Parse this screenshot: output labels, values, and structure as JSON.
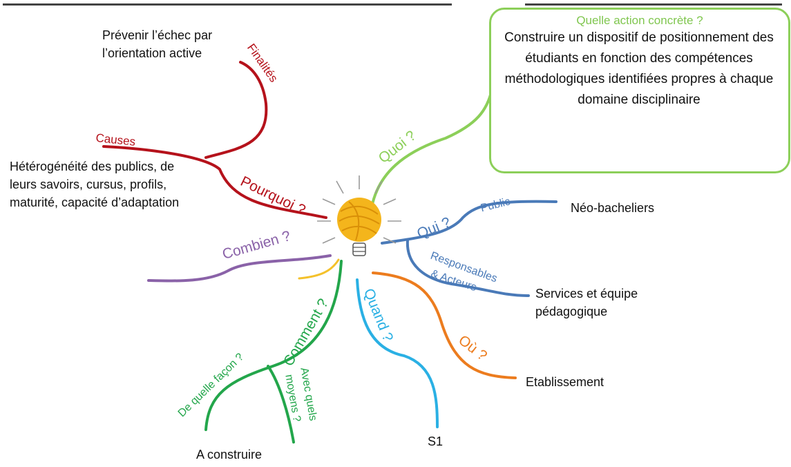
{
  "colors": {
    "pourquoi": "#b5121b",
    "quoi": "#8ccf59",
    "qui": "#4a7ab8",
    "combien": "#8a62a8",
    "comment": "#23a64b",
    "quand": "#2ab0e4",
    "ou": "#ec7c1e",
    "yellow": "#f4c12b",
    "text": "#111111"
  },
  "center": {
    "icon": "yarn-lightbulb-icon"
  },
  "branches": {
    "pourquoi": {
      "label": "Pourquoi ?",
      "finalites": "Finalités",
      "causes": "Causes"
    },
    "quoi": {
      "label": "Quoi ?"
    },
    "qui": {
      "label": "Qui ?",
      "public": "Public",
      "responsables_line1": "Responsables",
      "responsables_line2": "& Acteurs"
    },
    "combien": {
      "label": "Combien ?"
    },
    "comment": {
      "label": "Comment ?",
      "facon": "De quelle façon ?",
      "moyens_line1": "Avec quels",
      "moyens_line2": "moyens ?"
    },
    "quand": {
      "label": "Quand ?"
    },
    "ou": {
      "label": "Où ?"
    }
  },
  "answers": {
    "finalites_text": "Prévenir l’échec par l’orientation active",
    "causes_text": "Hétérogénéité des publics, de leurs savoirs, cursus, profils, maturité, capacité d’adaptation",
    "public_text": "Néo-bacheliers",
    "responsables_text": "Services et équipe pédagogique",
    "comment_text": "A construire",
    "quand_text": "S1",
    "ou_text": "Etablissement"
  },
  "callout": {
    "title": "Quelle action concrète ?",
    "body": "Construire un dispositif de positionnement des étudiants en fonction des compétences méthodologiques identifiées propres à chaque domaine disciplinaire"
  }
}
